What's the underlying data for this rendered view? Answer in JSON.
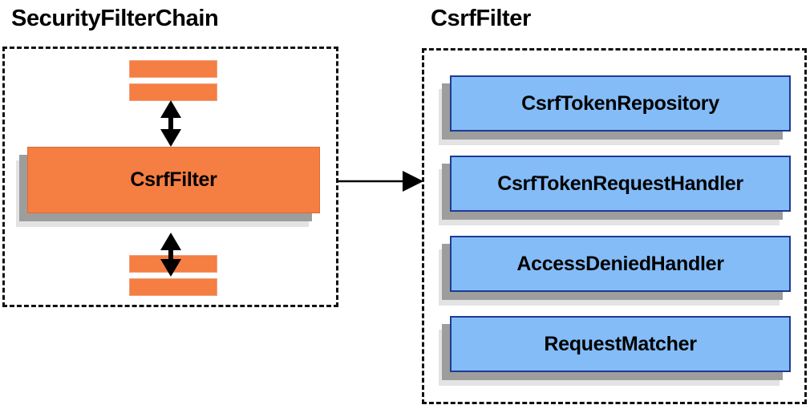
{
  "diagram": {
    "title_left": "SecurityFilterChain",
    "title_right": "CsrfFilter",
    "left_panel": {
      "label": "SecurityFilterChain",
      "center_box": {
        "label": "CsrfFilter"
      },
      "top_bars": [
        {
          "label": ""
        },
        {
          "label": ""
        }
      ],
      "bottom_bars": [
        {
          "label": ""
        },
        {
          "label": ""
        }
      ],
      "arrows": [
        {
          "name": "arrow-top",
          "direction": "double-vertical"
        },
        {
          "name": "arrow-bottom",
          "direction": "double-vertical"
        }
      ]
    },
    "right_panel": {
      "label": "CsrfFilter",
      "collaborators": [
        {
          "label": "CsrfTokenRepository"
        },
        {
          "label": "CsrfTokenRequestHandler"
        },
        {
          "label": "AccessDeniedHandler"
        },
        {
          "label": "RequestMatcher"
        }
      ]
    },
    "connector": {
      "name": "expand-arrow",
      "direction": "right"
    },
    "colors": {
      "orange_fill": "#F57E42",
      "orange_border": "#E06A30",
      "blue_fill": "#84BCF7",
      "blue_border": "#1F3A93",
      "shadow_dark": "#9D9D9D",
      "shadow_light": "#E3E3E3",
      "panel_border": "#111111",
      "text": "#000000",
      "background": "#FFFFFF"
    }
  }
}
